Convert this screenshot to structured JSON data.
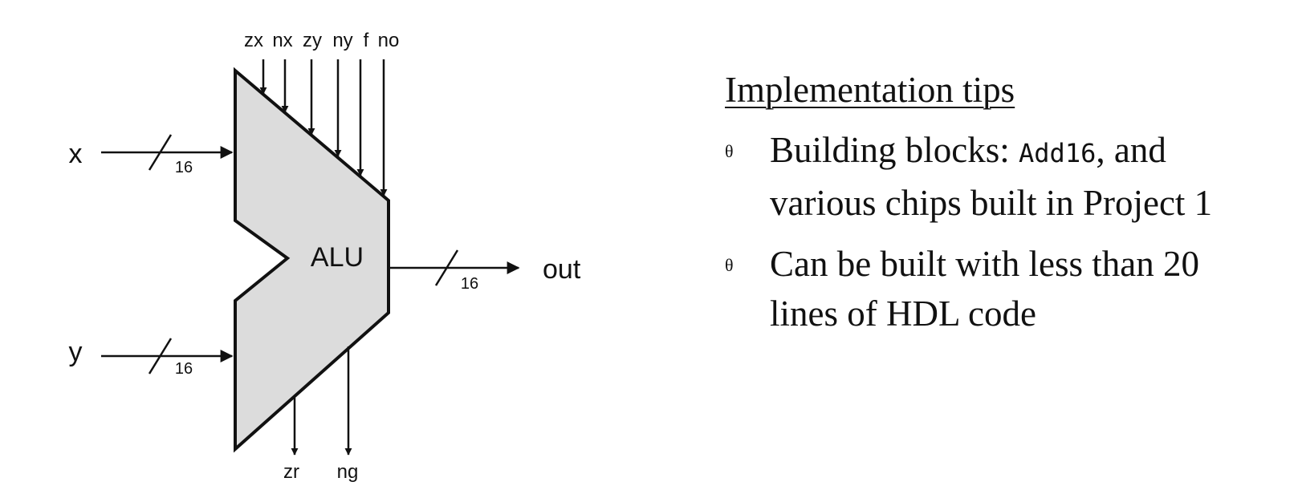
{
  "diagram": {
    "chip_label": "ALU",
    "control_inputs": [
      "zx",
      "nx",
      "zy",
      "ny",
      "f",
      "no"
    ],
    "inputs": [
      {
        "name": "x",
        "width": "16"
      },
      {
        "name": "y",
        "width": "16"
      }
    ],
    "output": {
      "name": "out",
      "width": "16"
    },
    "status_outputs": [
      "zr",
      "ng"
    ]
  },
  "tips": {
    "title": "Implementation tips",
    "bullet_symbol": "θ",
    "items": [
      {
        "line1_prefix": "Building blocks: ",
        "code": "Add16",
        "line1_suffix": ", and",
        "line2": "various chips built in Project 1"
      },
      {
        "line1": "Can be built with less than 20",
        "line2": "lines of HDL code"
      }
    ]
  }
}
